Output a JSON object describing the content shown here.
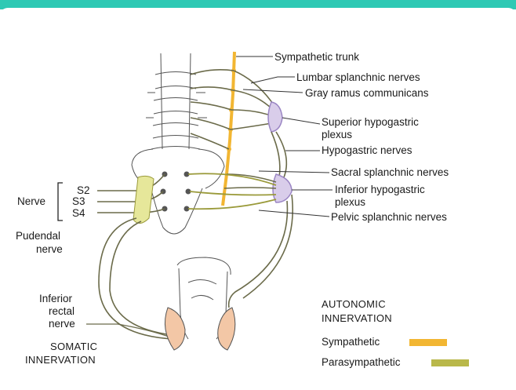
{
  "labels": {
    "sympathetic_trunk": "Sympathetic trunk",
    "lumbar_splanchnic": "Lumbar splanchnic nerves",
    "gray_ramus": "Gray ramus communicans",
    "superior_hypogastric_1": "Superior hypogastric",
    "superior_hypogastric_2": "plexus",
    "hypogastric_nerves": "Hypogastric nerves",
    "sacral_splanchnic": "Sacral splanchnic nerves",
    "inferior_hypogastric_1": "Inferior hypogastric",
    "inferior_hypogastric_2": "plexus",
    "pelvic_splanchnic": "Pelvic splanchnic nerves",
    "nerve": "Nerve",
    "s2": "S2",
    "s3": "S3",
    "s4": "S4",
    "pudendal_1": "Pudendal",
    "pudendal_2": "nerve",
    "inferior_rectal_1": "Inferior",
    "inferior_rectal_2": "rectal",
    "inferior_rectal_3": "nerve",
    "somatic_1": "SOMATIC",
    "somatic_2": "INNERVATION"
  },
  "legend": {
    "title_1": "AUTONOMIC",
    "title_2": "INNERVATION",
    "items": [
      {
        "label": "Sympathetic",
        "color": "#f2b632"
      },
      {
        "label": "Parasympathetic",
        "color": "#b9b84a"
      }
    ]
  },
  "colors": {
    "top_bar": "#2ec9b4",
    "sympathetic": "#f2b632",
    "parasympathetic": "#b9b84a",
    "plexus": "#9b86c4",
    "skin": "#f3c7a6"
  }
}
